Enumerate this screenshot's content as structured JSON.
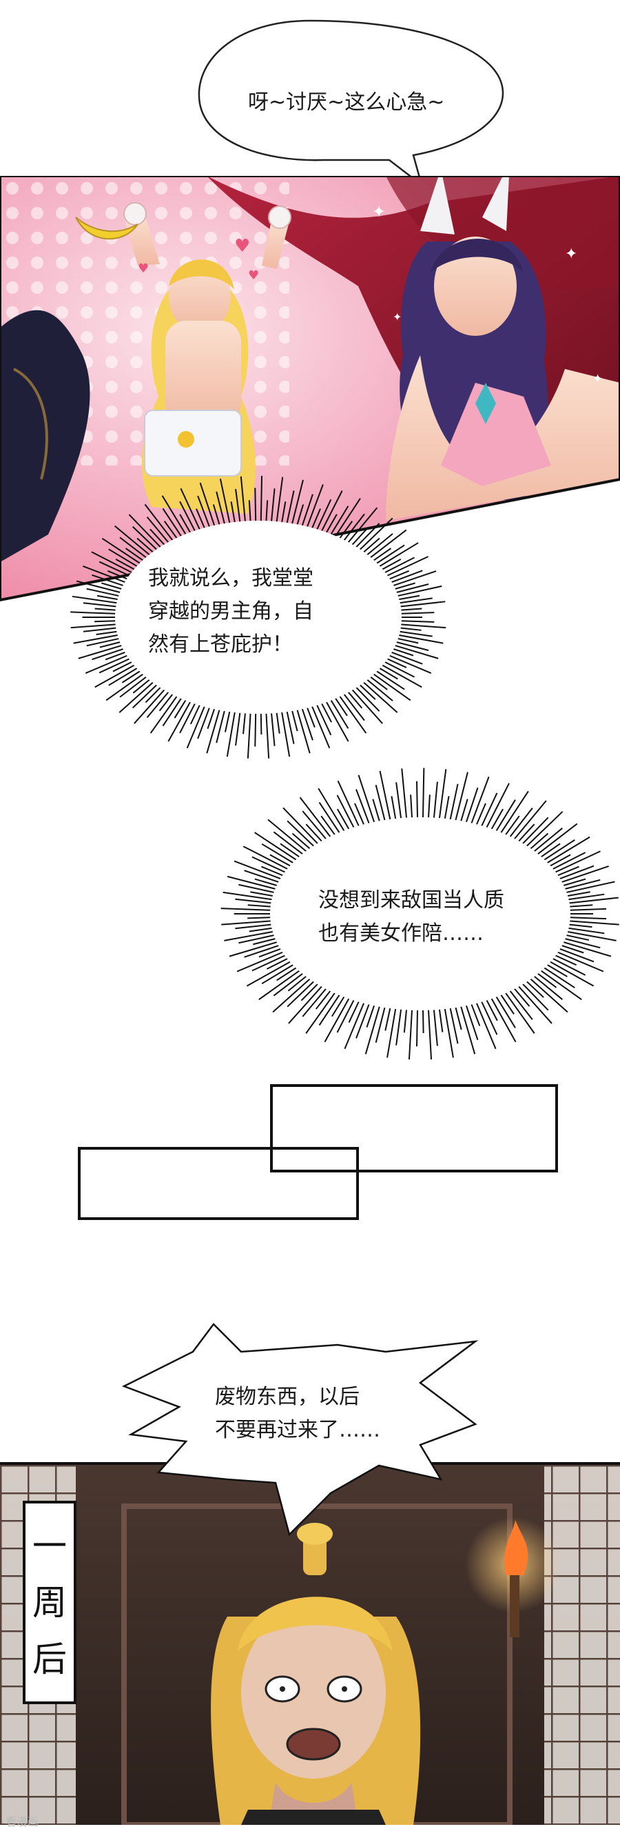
{
  "bubbles": {
    "top": "呀~讨厌~这么心急~",
    "burst_one": "我就说么，我堂堂\n穿越的男主角，自\n然有上苍庇护！",
    "burst_two": "没想到来敌国当人质\n也有美女作陪……",
    "spiky": "废物东西，以后\n不要再过来了……"
  },
  "caption": {
    "time_skip": "一\n周\n后"
  },
  "watermark": "看漫画"
}
